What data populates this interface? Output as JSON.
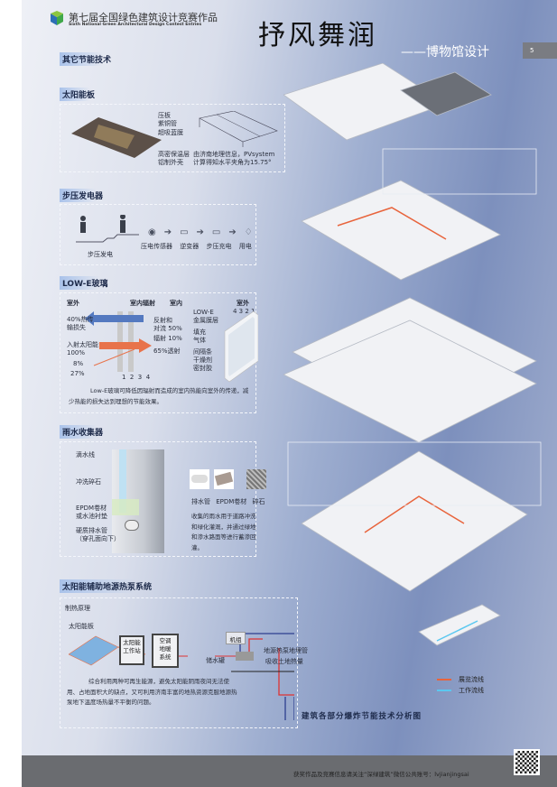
{
  "header": {
    "competition_cn": "第七届全国绿色建筑设计竞赛作品",
    "competition_en": "Sixth National Green Architectural Design Contest Entries",
    "title": "抒风舞润",
    "subtitle": "——博物馆设计",
    "page_number": "5"
  },
  "section_main": "其它节能技术",
  "solar_panel": {
    "heading": "太阳能板",
    "labels": [
      "压板",
      "紫铜管",
      "超吸蓝膜",
      "高密保温层",
      "铝制外壳"
    ],
    "note_line1": "由济南地理信息，PVsystem",
    "note_line2": "计算得知水平夹角为15.75°"
  },
  "step_generator": {
    "heading": "步压发电器",
    "walk_label": "步压发电",
    "steps": [
      "压电传感器",
      "逆变器",
      "步压充电",
      "用电"
    ]
  },
  "low_e": {
    "heading": "LOW-E玻璃",
    "outdoor": "室外",
    "indoor_radiation": "室内辐射",
    "indoor": "室内",
    "outdoor2": "室外",
    "layer_numbers": "4 3 2 1",
    "loss": "40%热传\n输损失",
    "reflect": "反射和\n对流 50%",
    "radiation": "辐射 10%",
    "incident": "入射太阳能\n100%",
    "transmit": "65%透射",
    "p8": "8%",
    "p27": "27%",
    "axis": "1  2  3  4",
    "lowe_layer": "LOW-E\n金属膜层",
    "gas": "填充\n气体",
    "spacer": "间隔条",
    "desiccant": "干燥剂",
    "sealant": "密封胶",
    "desc": "Low-E玻璃可降低因辐射而造成的室内热能向室外的传递，减少热能的损失达到理想的节能效果。"
  },
  "rain": {
    "heading": "雨水收集器",
    "labels": [
      "滴水线",
      "冲洗碎石",
      "EPDM卷材\n或水池衬垫",
      "硬质排水管\n（穿孔面向下）"
    ],
    "materials": [
      "排水管",
      "EPDM卷材",
      "碎石"
    ],
    "desc": "收集的雨水用于道路冲洗和绿化灌溉，并通过绿地和渗水路面等进行蓄渗回灌。"
  },
  "heat_pump": {
    "heading": "太阳能辅助地源热泵系统",
    "sub": "制热原理",
    "solar": "太阳能板",
    "station": "太阳能\n工作站",
    "ac": "空调\n地暖\n系统",
    "tank": "储水罐",
    "unit": "机组",
    "ground1": "地源热泵地埋管",
    "ground2": "吸收土地热量",
    "desc": "综合利用两种可再生能源，避免太阳能阴雨夜间无法使用、占地面积大的缺点，又可利用济南丰富的地热资源克服地源热泵地下温度场热量不平衡的问题。"
  },
  "legend": {
    "items": [
      {
        "label": "展览流线",
        "color": "#e8643c"
      },
      {
        "label": "工作流线",
        "color": "#5bc8f0"
      }
    ]
  },
  "diagram_caption": "建筑各部分爆炸节能技术分析图",
  "footer": {
    "text": "获奖作品及竞赛信息请关注“深绿建筑”微信公共账号：lvjianjingsai"
  }
}
